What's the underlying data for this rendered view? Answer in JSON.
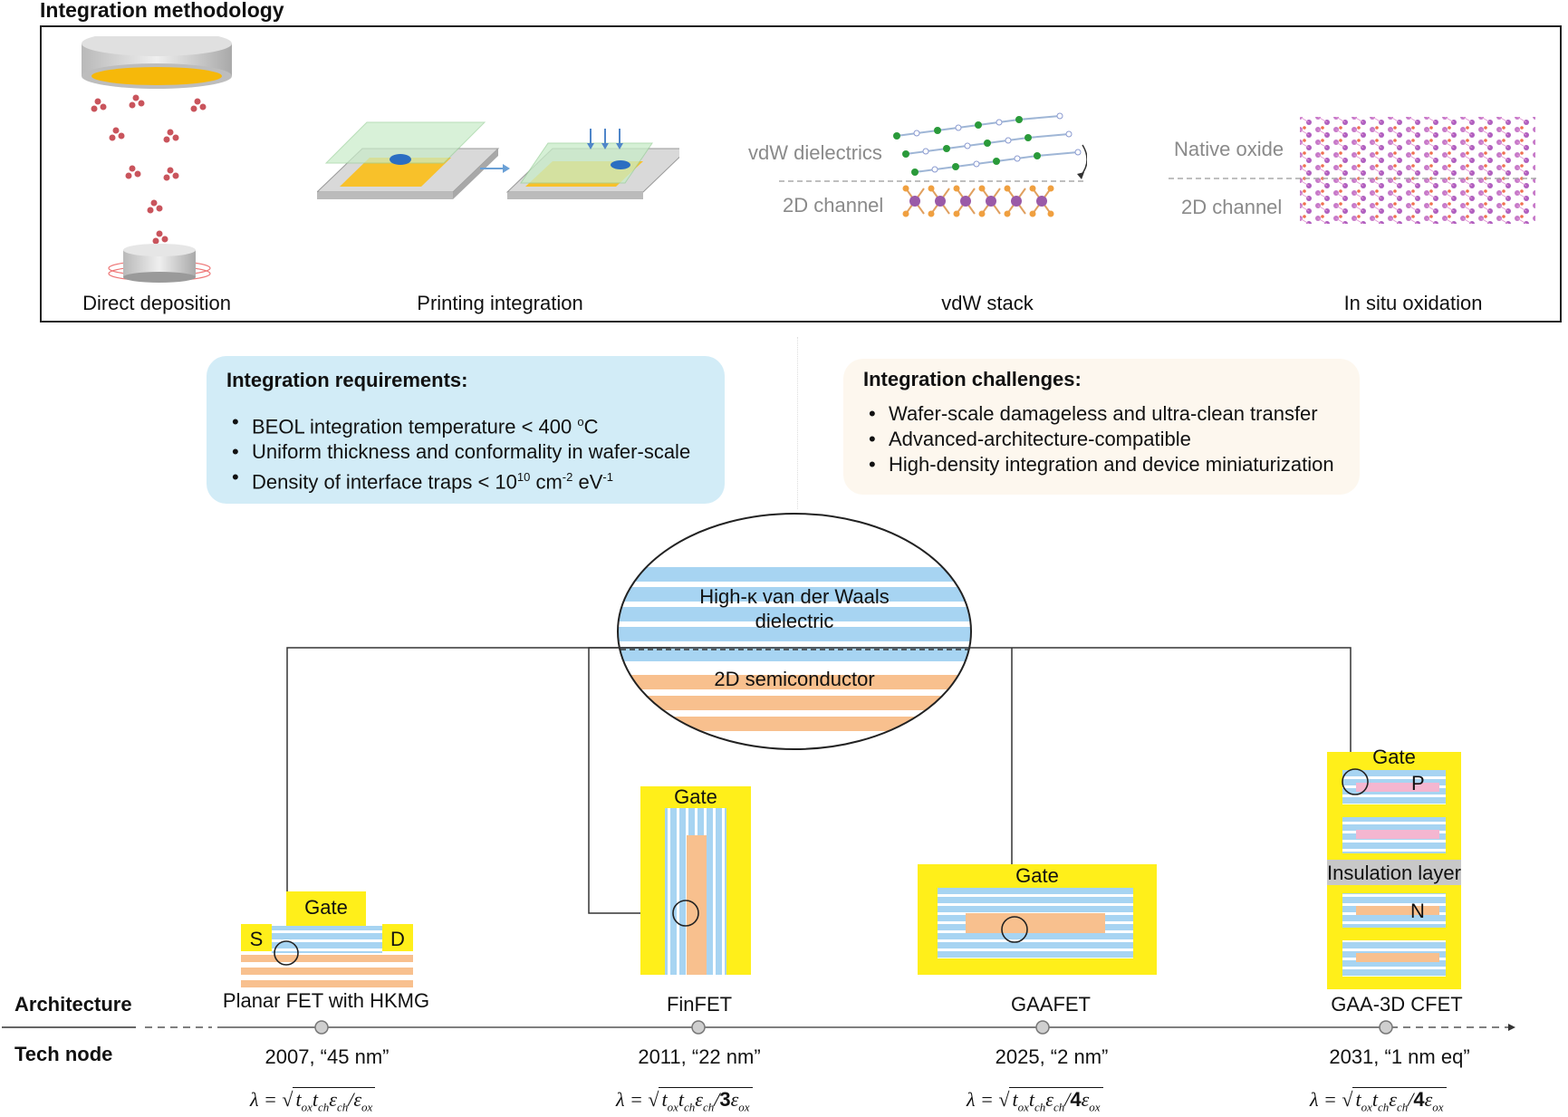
{
  "title": "Integration methodology",
  "methods": [
    "Direct deposition",
    "Printing integration",
    "vdW stack",
    "In situ oxidation"
  ],
  "vdw_labels": {
    "dielectrics": "vdW dielectrics",
    "channel": "2D channel"
  },
  "oxide_labels": {
    "oxide": "Native oxide",
    "channel": "2D channel"
  },
  "requirements": {
    "title": "Integration requirements:",
    "items": [
      {
        "text": "BEOL integration temperature < 400 ",
        "sup": "o",
        "tail": "C"
      },
      {
        "text": "Uniform thickness and conformality in wafer-scale"
      },
      {
        "text": "Density of interface traps < 10",
        "sup": "10",
        "tail": " cm",
        "sup2": "-2",
        "tail2": " eV",
        "sup3": "-1"
      }
    ]
  },
  "challenges": {
    "title": "Integration challenges:",
    "items": [
      "Wafer-scale damageless and ultra-clean transfer",
      "Advanced-architecture-compatible",
      "High-density integration and device miniaturization"
    ]
  },
  "ellipse": {
    "dielectric_line1": "High-κ van der Waals",
    "dielectric_line2": "dielectric",
    "semiconductor": "2D semiconductor"
  },
  "devices": {
    "planar": {
      "gate": "Gate",
      "source": "S",
      "drain": "D"
    },
    "finfet": {
      "gate": "Gate"
    },
    "gaafet": {
      "gate": "Gate"
    },
    "cfet": {
      "gate": "Gate",
      "p": "P",
      "insulation": "Insulation layer",
      "n": "N"
    }
  },
  "row_labels": {
    "architecture": "Architecture",
    "tech_node": "Tech node"
  },
  "architectures": [
    "Planar FET with HKMG",
    "FinFET",
    "GAAFET",
    "GAA-3D CFET"
  ],
  "nodes": [
    "2007, “45 nm”",
    "2011, “22 nm”",
    "2025, “2 nm”",
    "2031, “1 nm eq”"
  ],
  "formulas": [
    {
      "lambda": "λ =",
      "body": "t",
      "suffix": "/ε",
      "coef": ""
    },
    {
      "lambda": "λ =",
      "body": "t",
      "suffix": "/",
      "coef": "3"
    },
    {
      "lambda": "λ =",
      "body": "t",
      "suffix": "/",
      "coef": "4"
    },
    {
      "lambda": "λ =",
      "body": "t",
      "suffix": "/",
      "coef": "4"
    }
  ],
  "colors": {
    "gate": "#ffef1a",
    "dielectric": "#a7d4f2",
    "channel": "#f8c08e",
    "p_channel": "#f4b6d0",
    "req_card": "#d2ecf7",
    "chal_card": "#fdf7ee"
  }
}
